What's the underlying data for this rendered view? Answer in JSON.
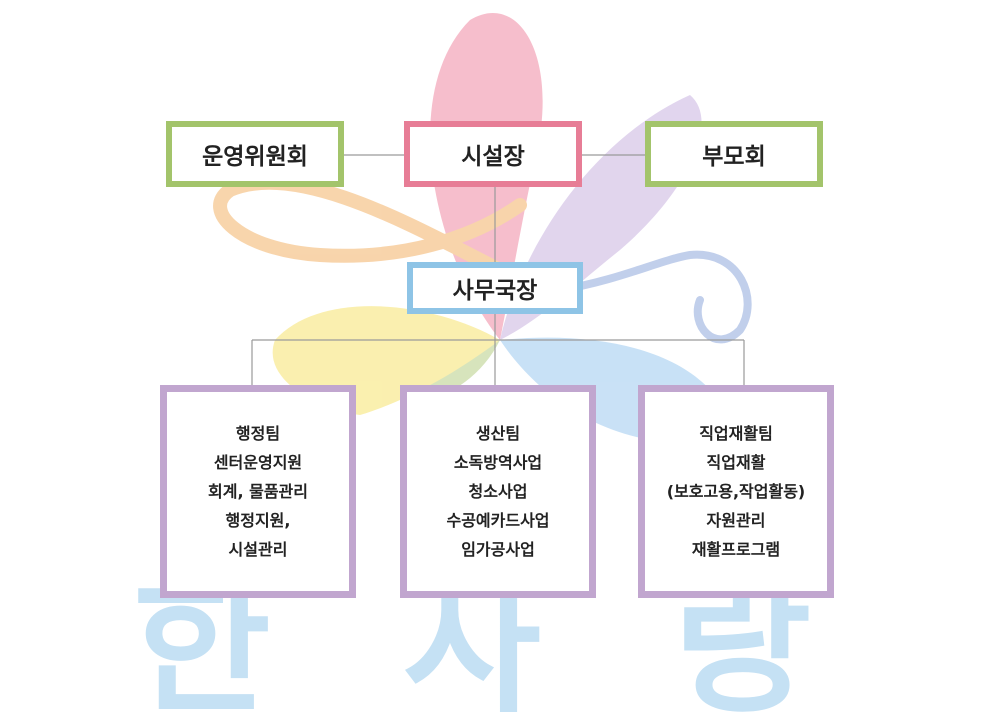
{
  "colors": {
    "green": "#a3c46b",
    "pink": "#e77d96",
    "blue": "#8ec4e6",
    "purple": "#c1a6cf",
    "connector": "#9a9a9a",
    "watermark": "#c5e1f4"
  },
  "org": {
    "committee": "운영위원회",
    "director": "시설장",
    "parents": "부모회",
    "secretary": "사무국장"
  },
  "teams": [
    {
      "lines": [
        "행정팀",
        "센터운영지원",
        "회계, 물품관리",
        "행정지원,",
        "시설관리"
      ]
    },
    {
      "lines": [
        "생산팀",
        "소독방역사업",
        "청소사업",
        "수공예카드사업",
        "임가공사업"
      ]
    },
    {
      "lines": [
        "직업재활팀",
        "직업재활",
        "(보호고용,작업활동)",
        "자원관리",
        "재활프로그램"
      ]
    }
  ],
  "watermark": {
    "text": "한 사 랑"
  }
}
